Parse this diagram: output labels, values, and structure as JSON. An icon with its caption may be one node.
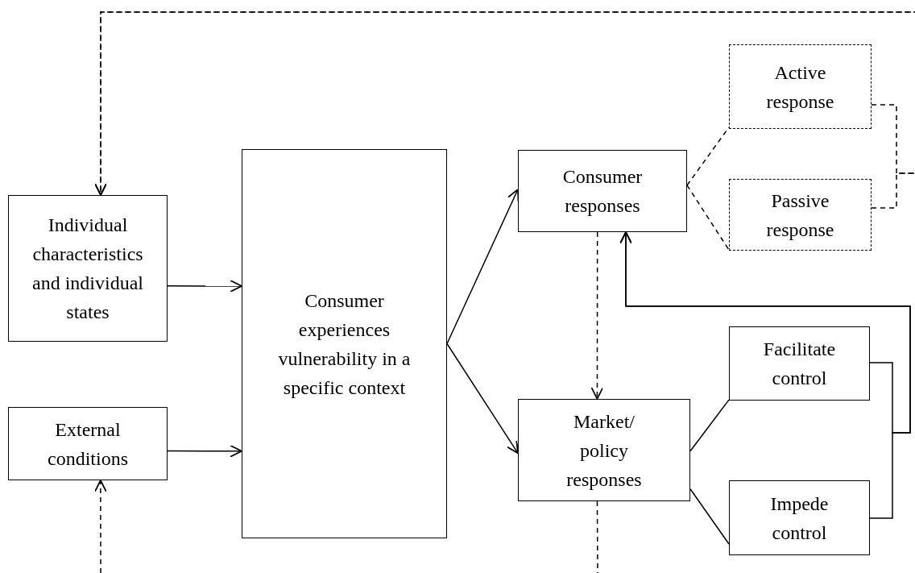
{
  "diagram": {
    "nodes": [
      {
        "text": [
          "Individual characteristics and individual states"
        ]
      },
      {
        "text": [
          "External conditions"
        ]
      },
      {
        "text": [
          "Consumer experiences vulnerability in a specific context"
        ]
      },
      {
        "text": [
          "Consumer responses"
        ]
      },
      {
        "text": [
          "Active response"
        ]
      },
      {
        "text": [
          "Passive response"
        ]
      },
      {
        "text": [
          "Market/ policy responses"
        ]
      },
      {
        "text": [
          "Facilitate control"
        ]
      },
      {
        "text": [
          "Impede control"
        ]
      }
    ],
    "edges": [
      {
        "from": 0,
        "to": 2,
        "arrow": "to"
      },
      {
        "from": 1,
        "to": 2,
        "arrow": "to"
      },
      {
        "from": 2,
        "to": 3,
        "arrow": "to"
      },
      {
        "from": 2,
        "to": 6,
        "arrow": "to"
      },
      {
        "from": 3,
        "to": 4,
        "arrow": "none",
        "style": "dashed"
      },
      {
        "from": 3,
        "to": 5,
        "arrow": "none",
        "style": "dashed"
      },
      {
        "from": 3,
        "to": 6,
        "arrow": "to",
        "style": "dashed"
      },
      {
        "from": 6,
        "to": 7,
        "arrow": "none"
      },
      {
        "from": 6,
        "to": 8,
        "arrow": "none"
      },
      {
        "from": 7,
        "to": 3,
        "arrow": "to"
      },
      {
        "from": 8,
        "to": 3,
        "arrow": "to"
      },
      {
        "from": 4,
        "to": 0,
        "arrow": "to",
        "style": "dashed"
      },
      {
        "from": 5,
        "to": 0,
        "arrow": "to",
        "style": "dashed"
      },
      {
        "from": null,
        "to": 1,
        "arrow": "to",
        "style": "dashed"
      },
      {
        "from": 6,
        "to": null,
        "arrow": "none",
        "style": "dashed"
      }
    ]
  }
}
